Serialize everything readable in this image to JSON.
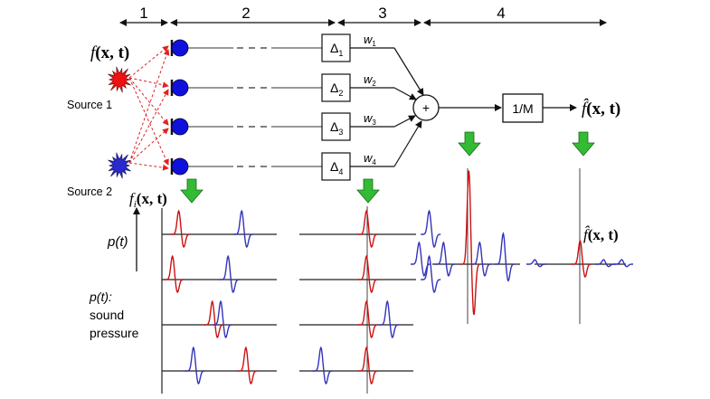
{
  "stages": [
    {
      "label": "1"
    },
    {
      "label": "2"
    },
    {
      "label": "3"
    },
    {
      "label": "4"
    }
  ],
  "sources": {
    "signal_label_f": "f",
    "signal_label_args": "(x, t)",
    "source1": {
      "label": "Source 1",
      "color": "#ee1111"
    },
    "source2": {
      "label": "Source 2",
      "color": "#2a2acc"
    }
  },
  "microphones": {
    "count": 4,
    "color": "#1010dd"
  },
  "delays": [
    {
      "symbol": "Δ",
      "sub": "1"
    },
    {
      "symbol": "Δ",
      "sub": "2"
    },
    {
      "symbol": "Δ",
      "sub": "3"
    },
    {
      "symbol": "Δ",
      "sub": "4"
    }
  ],
  "weights": [
    {
      "symbol": "w",
      "sub": "1"
    },
    {
      "symbol": "w",
      "sub": "2"
    },
    {
      "symbol": "w",
      "sub": "3"
    },
    {
      "symbol": "w",
      "sub": "4"
    }
  ],
  "summer": {
    "label": "+"
  },
  "normalizer": {
    "label": "1/M"
  },
  "output": {
    "label_f": "f̂",
    "label_args": "(x, t)"
  },
  "plot_labels": {
    "fi_f": "f",
    "fi_sub": "i",
    "fi_args": "(x, t)",
    "p_t": "p(t)",
    "legend_line1": "p(t):",
    "legend_line2": "sound",
    "legend_line3": "pressure",
    "output_f": "f̂",
    "output_args": "(x, t)"
  },
  "colors": {
    "source1_pulse": "#cc1111",
    "source2_pulse": "#3333bb",
    "arrow_green": "#33bb33",
    "arrow_green_border": "#1a6a1a",
    "path_dashed": "#dd2222"
  },
  "waveforms": {
    "received": [
      {
        "red_t": 0.08,
        "blue_t": 0.68
      },
      {
        "red_t": 0.02,
        "blue_t": 0.55
      },
      {
        "red_t": 0.4,
        "blue_t": 0.48
      },
      {
        "red_t": 0.72,
        "blue_t": 0.22
      }
    ],
    "aligned": [
      {
        "red_t": 0.55,
        "blue_t": 1.06
      },
      {
        "red_t": 0.55,
        "blue_t": 1.06
      },
      {
        "red_t": 0.55,
        "blue_t": 0.72
      },
      {
        "red_t": 0.55,
        "blue_t": 0.18
      }
    ],
    "summed": {
      "red_amp": 4,
      "blue_offsets": [
        -0.55,
        -0.28,
        0.12,
        0.38
      ]
    },
    "averaged": {
      "red_amp": 1,
      "blue_offsets": [
        -0.5,
        0.26,
        0.46
      ]
    }
  }
}
